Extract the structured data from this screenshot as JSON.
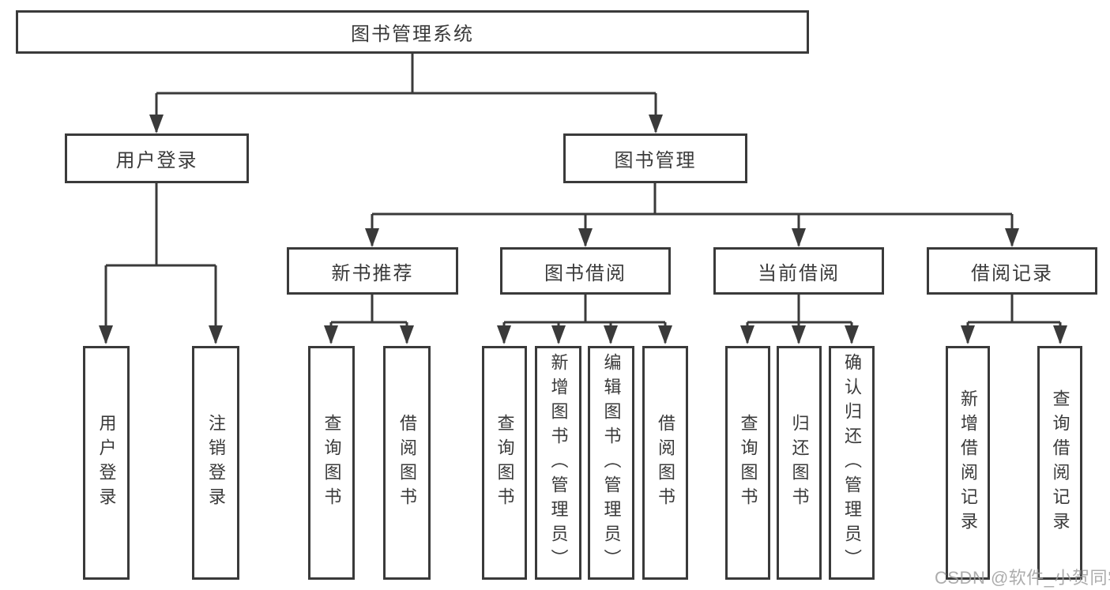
{
  "diagram_title": "图书管理系统",
  "tree": {
    "root": {
      "label": "图书管理系统"
    },
    "level2": [
      {
        "label": "用户登录"
      },
      {
        "label": "图书管理"
      }
    ],
    "level3": [
      {
        "label": "新书推荐",
        "parent": "图书管理"
      },
      {
        "label": "图书借阅",
        "parent": "图书管理"
      },
      {
        "label": "当前借阅",
        "parent": "图书管理"
      },
      {
        "label": "借阅记录",
        "parent": "图书管理"
      }
    ],
    "leaves": [
      {
        "label": "用户登录",
        "parent": "用户登录"
      },
      {
        "label": "注销登录",
        "parent": "用户登录"
      },
      {
        "label": "查询图书",
        "parent": "新书推荐"
      },
      {
        "label": "借阅图书",
        "parent": "新书推荐"
      },
      {
        "label": "查询图书",
        "parent": "图书借阅"
      },
      {
        "label": "新增图书（管理员）",
        "parent": "图书借阅"
      },
      {
        "label": "编辑图书（管理员）",
        "parent": "图书借阅"
      },
      {
        "label": "借阅图书",
        "parent": "图书借阅"
      },
      {
        "label": "查询图书",
        "parent": "当前借阅"
      },
      {
        "label": "归还图书",
        "parent": "当前借阅"
      },
      {
        "label": "确认归还（管理员）",
        "parent": "当前借阅"
      },
      {
        "label": "新增借阅记录",
        "parent": "借阅记录"
      },
      {
        "label": "查询借阅记录",
        "parent": "借阅记录"
      }
    ]
  },
  "watermark": {
    "label": "CSDN @软件_小贺同学"
  },
  "colors": {
    "line": "#3a3a3a",
    "text": "#3a3a3a",
    "background": "#ffffff",
    "watermark": "#9e9e9e"
  }
}
